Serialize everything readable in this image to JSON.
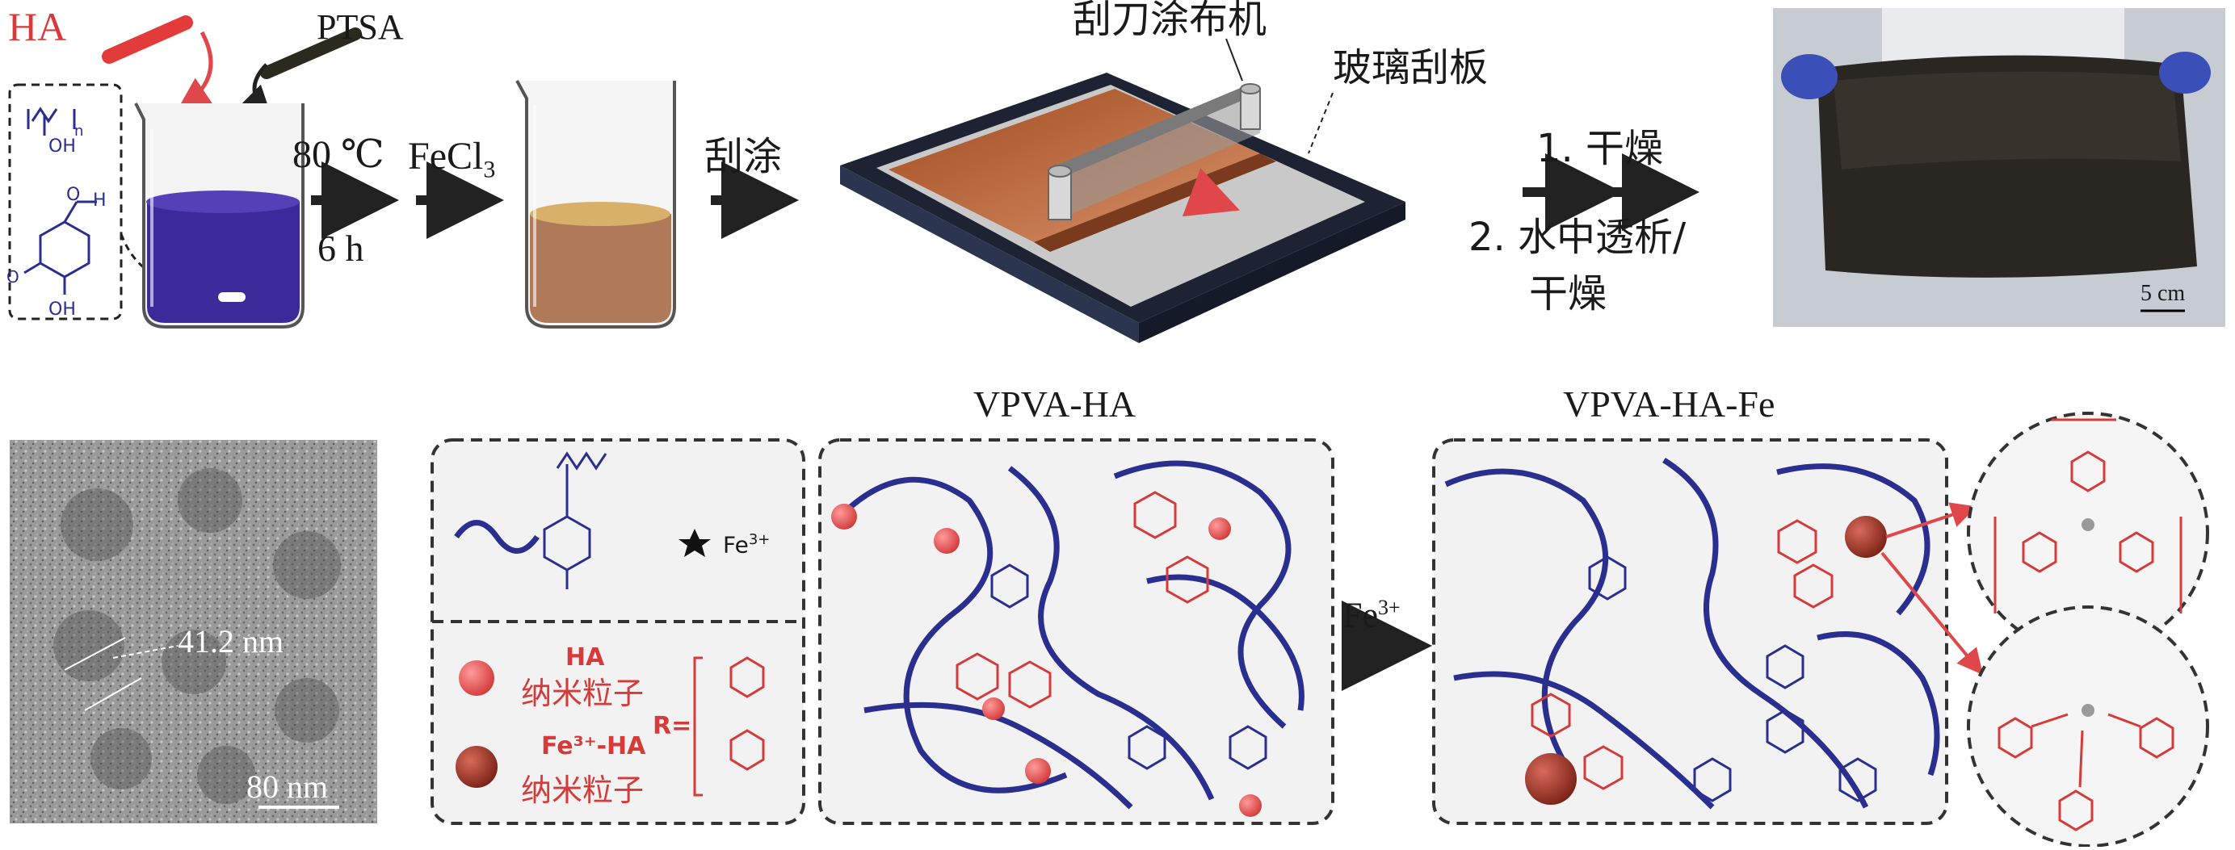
{
  "top": {
    "ha_label": "HA",
    "ptsa_label": "PTSA",
    "cond_temp": "80 ℃",
    "cond_time": "6 h",
    "fecl3": "FeCl",
    "fecl3_sub": "3",
    "coat_step": "刮涂",
    "machine_label": "刮刀涂布机",
    "blade_label": "玻璃刮板",
    "step1": "1. 干燥",
    "step2": "2. 水中透析/",
    "step2b": "干燥",
    "photo_scale": "5 cm"
  },
  "bottom": {
    "tem_size": "41.2 nm",
    "tem_scale": "80 nm",
    "title_left": "VPVA-HA",
    "title_right": "VPVA-HA-Fe",
    "fe_arrow_label": "Fe",
    "fe_arrow_sup": "3+",
    "legend": {
      "fe_label": "Fe",
      "fe_sup": "3+",
      "ha_name": "HA",
      "ha_desc": "纳米粒子",
      "fe_ha_name": "Fe³⁺-HA",
      "fe_ha_desc": "纳米粒子",
      "r_label": "R="
    }
  },
  "colors": {
    "polymer": "#2a2f8f",
    "red": "#d63a3a",
    "nanoparticle": "#e05a5a",
    "fe_nanoparticle": "#a83228",
    "beaker_purple": "#3d2a9a",
    "beaker_brown": "#b07a5a"
  }
}
